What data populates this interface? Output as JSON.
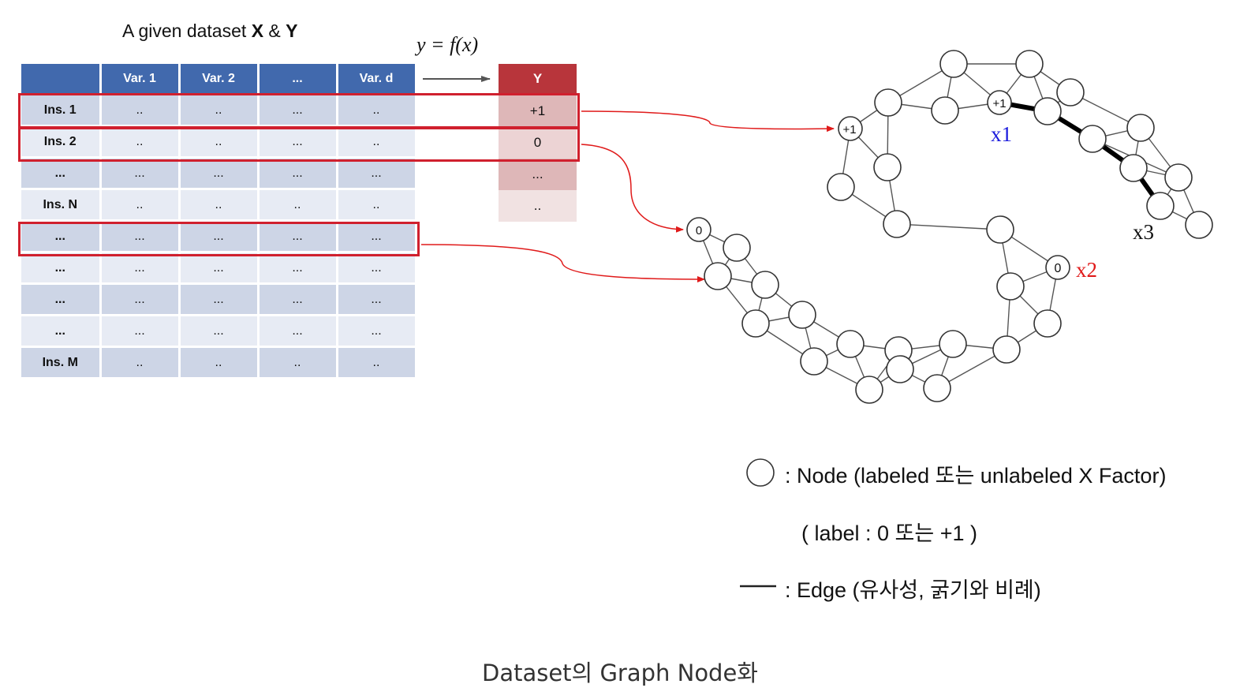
{
  "table": {
    "title_prefix": "A given dataset ",
    "title_x": "X",
    "title_amp": " & ",
    "title_y": "Y",
    "function_label": "y = f(x)",
    "headers": [
      "",
      "Var. 1",
      "Var. 2",
      "...",
      "Var. d"
    ],
    "rows": [
      [
        "Ins. 1",
        "..",
        "..",
        "...",
        ".."
      ],
      [
        "Ins. 2",
        "..",
        "..",
        "...",
        ".."
      ],
      [
        "...",
        "...",
        "...",
        "...",
        "..."
      ],
      [
        "Ins. N",
        "..",
        "..",
        "..",
        ".."
      ],
      [
        "...",
        "...",
        "...",
        "...",
        "..."
      ],
      [
        "...",
        "...",
        "...",
        "...",
        "..."
      ],
      [
        "...",
        "...",
        "...",
        "...",
        "..."
      ],
      [
        "...",
        "...",
        "...",
        "...",
        "..."
      ],
      [
        "Ins. M",
        "..",
        "..",
        "..",
        ".."
      ]
    ],
    "y_header": "Y",
    "y_values": [
      "+1",
      "0",
      "...",
      ".."
    ],
    "colors": {
      "header_blue": "#4169ad",
      "row_dark": "#cdd5e6",
      "row_light": "#e7ebf4",
      "y_header_red": "#b8353b",
      "y_cells": [
        "#deb7b8",
        "#ecd3d4",
        "#deb7b8",
        "#f1e2e2"
      ],
      "highlight": "#d0202e"
    }
  },
  "graph": {
    "node_labels": [
      "+1",
      "+1",
      "0",
      "0"
    ],
    "point_labels": [
      "x1",
      "x2",
      "x3"
    ],
    "point_label_colors": [
      "#1a1add",
      "#e01a1a",
      "#111111"
    ]
  },
  "legend": {
    "node_text": ": Node (labeled 또는 unlabeled X Factor)",
    "label_text": "( label : 0 또는 +1 )",
    "edge_text": ": Edge (유사성, 굵기와 비례)"
  },
  "caption": "Dataset의 Graph Node화"
}
